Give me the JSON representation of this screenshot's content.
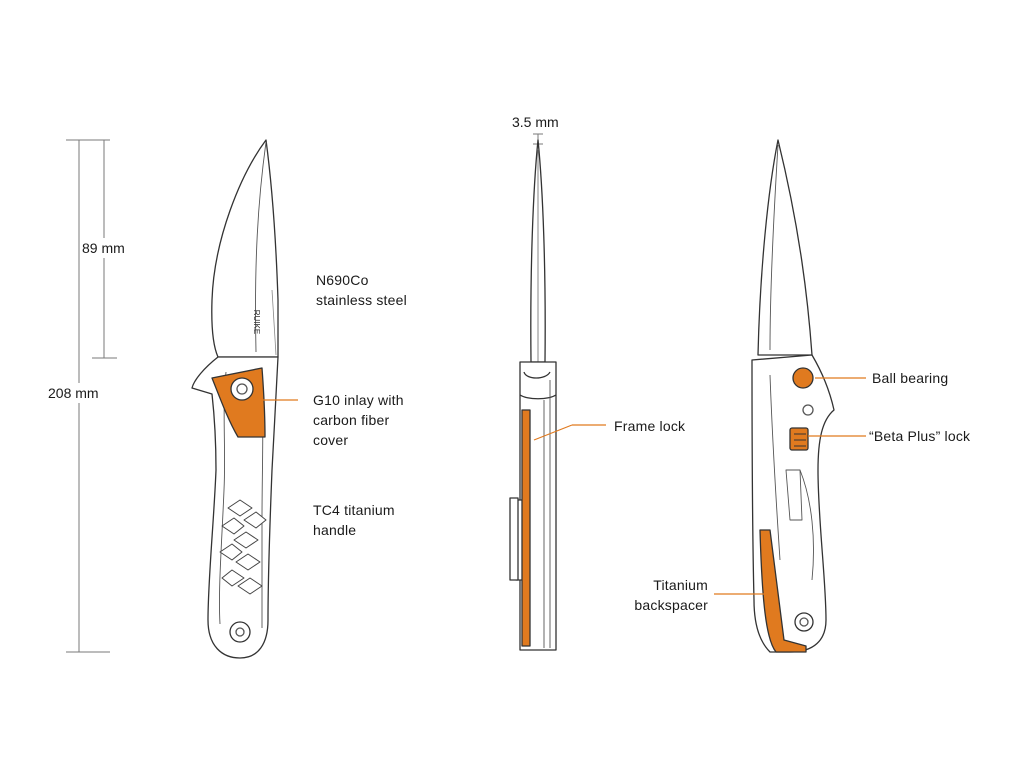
{
  "colors": {
    "accent": "#e07a1f",
    "line": "#333333",
    "dim_line": "#7a7a7a"
  },
  "dimensions": {
    "overall": "208 mm",
    "blade": "89 mm",
    "thickness": "3.5 mm"
  },
  "blade_marking": "RUIKE",
  "labels": {
    "steel_line1": "N690Co",
    "steel_line2": "stainless steel",
    "inlay_line1": "G10 inlay with",
    "inlay_line2": "carbon fiber",
    "inlay_line3": "cover",
    "handle_line1": "TC4 titanium",
    "handle_line2": "handle",
    "frame_lock": "Frame lock",
    "ball_bearing": "Ball bearing",
    "beta_lock": "“Beta Plus” lock",
    "backspacer_line1": "Titanium",
    "backspacer_line2": "backspacer"
  }
}
